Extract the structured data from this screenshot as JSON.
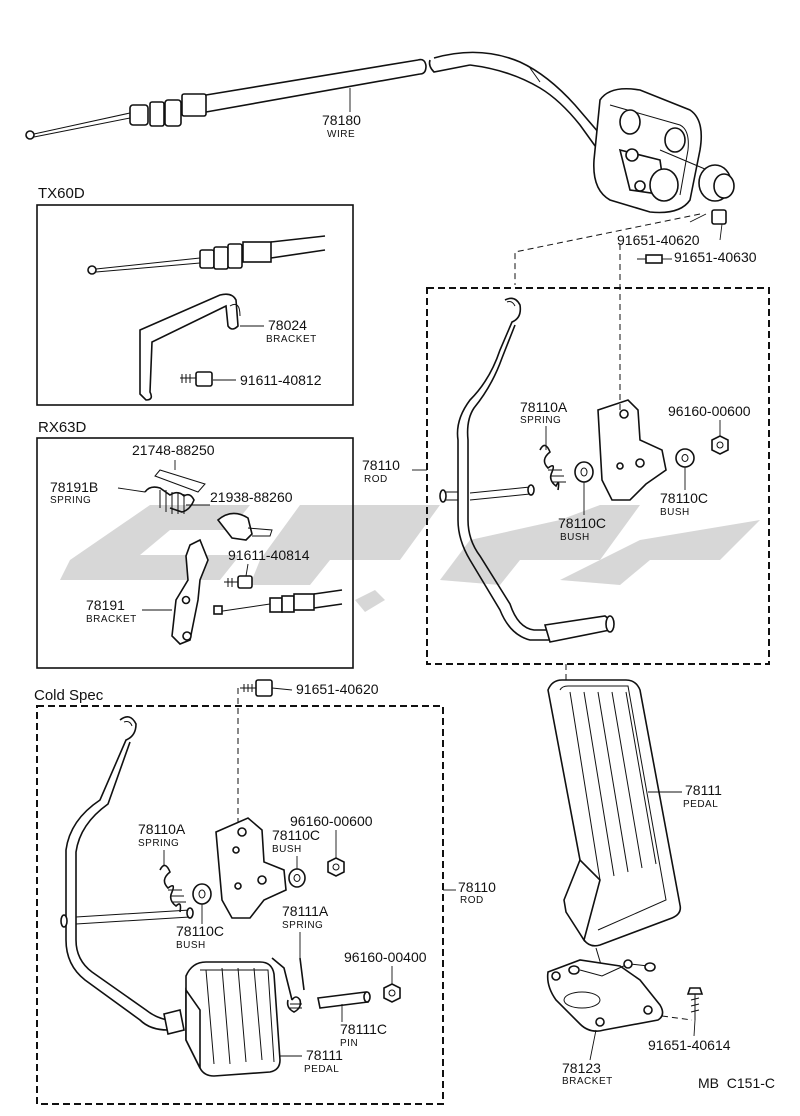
{
  "sections": {
    "tx60d": "TX60D",
    "rx63d": "RX63D",
    "cold_spec": "Cold Spec"
  },
  "parts": {
    "wire_78180": {
      "number": "78180",
      "desc": "WIRE"
    },
    "bolt_91651_40620_top": {
      "number": "91651-40620"
    },
    "bolt_91651_40630": {
      "number": "91651-40630"
    },
    "bracket_78024": {
      "number": "78024",
      "desc": "BRACKET"
    },
    "bolt_91611_40812": {
      "number": "91611-40812"
    },
    "part_21748_88250": {
      "number": "21748-88250"
    },
    "spring_78191B": {
      "number": "78191B",
      "desc": "SPRING"
    },
    "part_21938_88260": {
      "number": "21938-88260"
    },
    "bolt_91611_40814": {
      "number": "91611-40814"
    },
    "bracket_78191": {
      "number": "78191",
      "desc": "BRACKET"
    },
    "rod_78110_main": {
      "number": "78110",
      "desc": "ROD"
    },
    "spring_78110A_main": {
      "number": "78110A",
      "desc": "SPRING"
    },
    "nut_96160_00600_main": {
      "number": "96160-00600"
    },
    "bush_78110C_main_right": {
      "number": "78110C",
      "desc": "BUSH"
    },
    "bush_78110C_main_center": {
      "number": "78110C",
      "desc": "BUSH"
    },
    "bolt_91651_40620_cold": {
      "number": "91651-40620"
    },
    "spring_78110A_cold": {
      "number": "78110A",
      "desc": "SPRING"
    },
    "bush_78110C_cold_upper": {
      "number": "78110C",
      "desc": "BUSH"
    },
    "nut_96160_00600_cold": {
      "number": "96160-00600"
    },
    "rod_78110_cold": {
      "number": "78110",
      "desc": "ROD"
    },
    "bush_78110C_cold_lower": {
      "number": "78110C",
      "desc": "BUSH"
    },
    "spring_78111A": {
      "number": "78111A",
      "desc": "SPRING"
    },
    "nut_96160_00400": {
      "number": "96160-00400"
    },
    "pin_78111C": {
      "number": "78111C",
      "desc": "PIN"
    },
    "pedal_78111_cold": {
      "number": "78111",
      "desc": "PEDAL"
    },
    "pedal_78111_main": {
      "number": "78111",
      "desc": "PEDAL"
    },
    "bracket_78123": {
      "number": "78123",
      "desc": "BRACKET"
    },
    "bolt_91651_40614": {
      "number": "91651-40614"
    }
  },
  "footer": {
    "code": "MB  C151-C"
  },
  "colors": {
    "ink": "#111111",
    "watermark": "#c9c9c9",
    "paper": "#ffffff"
  }
}
